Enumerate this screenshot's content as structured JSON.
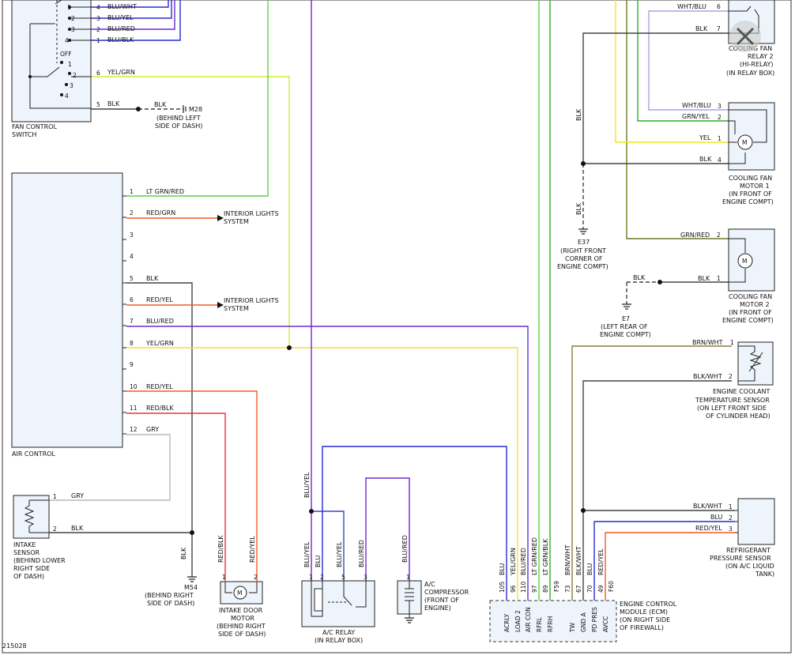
{
  "colors": {
    "BLU": "#2a2ad6",
    "BLK": "#444444",
    "GRY": "#b9b9b9",
    "YEL": "#eaea1c",
    "YEL_GRN": "#d8e838",
    "LT_GRN": "#58d23a",
    "GRN": "#2fae2a",
    "GRN_RED": "#6f7a22",
    "BRN_WHT": "#8b7a3c",
    "WHT_BLU": "#a9a3e6",
    "BLU_RED": "#6a2ad6",
    "RED_YEL": "#f25c22",
    "RED_BLK": "#f0303b",
    "RED": "#e43a3a",
    "BLU_YEL": "#3a44c8",
    "YEL_ORG": "#f2e23a"
  },
  "figure_id": "215028",
  "fan_switch": {
    "title_1": "FAN CONTROL",
    "title_2": "SWITCH",
    "off": "OFF",
    "pins_top": [
      {
        "n": "4",
        "w": "BLU/WHT"
      },
      {
        "n": "3",
        "w": "BLU/YEL"
      },
      {
        "n": "2",
        "w": "BLU/RED"
      },
      {
        "n": "1",
        "w": "BLU/BLK"
      }
    ],
    "pin6": "6",
    "pin6_w": "YEL/GRN",
    "pin5": "5",
    "pin5_w": "BLK",
    "s1": "1",
    "s2": "2",
    "s3": "3",
    "s4": "4",
    "s1b": "1",
    "s2b": "2",
    "s3b": "3",
    "s4b": "4"
  },
  "m28": {
    "wire": "BLK",
    "id": "M28",
    "loc_1": "(BEHIND LEFT",
    "loc_2": "SIDE OF DASH)"
  },
  "air_control": {
    "title": "AIR CONTROL",
    "pins": [
      {
        "n": "1",
        "w": "LT GRN/RED"
      },
      {
        "n": "2",
        "w": "RED/GRN"
      },
      {
        "n": "3",
        "w": ""
      },
      {
        "n": "4",
        "w": ""
      },
      {
        "n": "5",
        "w": "BLK"
      },
      {
        "n": "6",
        "w": "RED/YEL"
      },
      {
        "n": "7",
        "w": "BLU/RED"
      },
      {
        "n": "8",
        "w": "YEL/GRN"
      },
      {
        "n": "9",
        "w": ""
      },
      {
        "n": "10",
        "w": "RED/YEL"
      },
      {
        "n": "11",
        "w": "RED/BLK"
      },
      {
        "n": "12",
        "w": "GRY"
      }
    ],
    "interior_1": "INTERIOR LIGHTS",
    "interior_2": "SYSTEM",
    "interior_3": "INTERIOR LIGHTS",
    "interior_4": "SYSTEM"
  },
  "intake_sensor": {
    "l1": "INTAKE",
    "l2": "SENSOR",
    "l3": "(BEHIND LOWER",
    "l4": "RIGHT SIDE",
    "l5": "OF DASH)",
    "p1": "1",
    "p1_w": "GRY",
    "p2": "2",
    "p2_w": "BLK"
  },
  "m54": {
    "wire": "BLK",
    "id": "M54",
    "l1": "(BEHIND RIGHT",
    "l2": "SIDE OF DASH)"
  },
  "door_motor": {
    "w1": "RED/BLK",
    "w2": "RED/YEL",
    "p1": "1",
    "p2": "2",
    "l1": "INTAKE DOOR",
    "l2": "MOTOR",
    "l3": "(BEHIND RIGHT",
    "l4": "SIDE OF DASH)",
    "m": "M"
  },
  "ac_relay": {
    "blu_yel_top": "BLU/YEL",
    "pins": [
      {
        "n": "1",
        "w": "BLU/YEL"
      },
      {
        "n": "2",
        "w": "BLU"
      },
      {
        "n": "5",
        "w": "BLU/YEL"
      },
      {
        "n": "3",
        "w": "BLU/RED"
      }
    ],
    "l1": "A/C RELAY",
    "l2": "(IN RELAY BOX)"
  },
  "compressor": {
    "w": "BLU/RED",
    "p": "1",
    "l1": "A/C",
    "l2": "COMPRESSOR",
    "l3": "(FRONT OF",
    "l4": "ENGINE)"
  },
  "ecm": {
    "pins": [
      {
        "w": "BLU",
        "n": "105",
        "s": "ACRLY"
      },
      {
        "w": "YEL/GRN",
        "n": "96",
        "s": "LOAD 2"
      },
      {
        "w": "BLU/RED",
        "n": "110",
        "s": "AIR CON"
      },
      {
        "w": "LT GRN/RED",
        "n": "97",
        "s": "RFRL"
      },
      {
        "w": "LT GRN/BLK",
        "n": "89",
        "s": "RFRH"
      },
      {
        "w": "BRN/WHT",
        "n": "73",
        "s": "TW"
      },
      {
        "w": "BLK/WHT",
        "n": "67",
        "s": "GND A"
      },
      {
        "w": "BLU",
        "n": "70",
        "s": "PD PRES"
      },
      {
        "w": "RED/YEL",
        "n": "49",
        "s": "AVCC"
      }
    ],
    "f59": "F59",
    "f60": "F60",
    "l1": "ENGINE CONTROL",
    "l2": "MODULE (ECM)",
    "l3": "(ON RIGHT SIDE",
    "l4": "OF FIREWALL)"
  },
  "relay2": {
    "w6": "WHT/BLU",
    "p6": "6",
    "w7": "BLK",
    "p7": "7",
    "l1": "COOLING FAN",
    "l2": "RELAY 2",
    "l3": "(HI-RELAY)",
    "l4": "(IN RELAY BOX)"
  },
  "motor1": {
    "pins": [
      {
        "n": "3",
        "w": "WHT/BLU"
      },
      {
        "n": "2",
        "w": "GRN/YEL"
      },
      {
        "n": "1",
        "w": "YEL"
      },
      {
        "n": "4",
        "w": "BLK"
      }
    ],
    "m": "M",
    "l1": "COOLING FAN",
    "l2": "MOTOR 1",
    "l3": "(IN FRONT OF",
    "l4": "ENGINE COMPT)"
  },
  "e37": {
    "w1": "BLK",
    "w2": "BLK",
    "id": "E37",
    "l1": "(RIGHT FRONT",
    "l2": "CORNER OF",
    "l3": "ENGINE COMPT)"
  },
  "motor2": {
    "w2": "GRN/RED",
    "p2": "2",
    "w1": "BLK",
    "p1": "1",
    "m": "M",
    "l1": "COOLING FAN",
    "l2": "MOTOR 2",
    "l3": "(IN FRONT OF",
    "l4": "ENGINE COMPT)"
  },
  "e7": {
    "w": "BLK",
    "id": "E7",
    "l1": "(LEFT REAR OF",
    "l2": "ENGINE COMPT)"
  },
  "coolant": {
    "w1": "BRN/WHT",
    "p1": "1",
    "w2": "BLK/WHT",
    "p2": "2",
    "l1": "ENGINE COOLANT",
    "l2": "TEMPERATURE SENSOR",
    "l3": "(ON LEFT FRONT SIDE",
    "l4": "OF CYLINDER HEAD)"
  },
  "refrig": {
    "pins": [
      {
        "n": "1",
        "w": "BLK/WHT"
      },
      {
        "n": "2",
        "w": "BLU"
      },
      {
        "n": "3",
        "w": "RED/YEL"
      }
    ],
    "l1": "REFRIGERANT",
    "l2": "PRESSURE SENSOR",
    "l3": "(ON A/C LIQUID",
    "l4": "TANK)"
  }
}
